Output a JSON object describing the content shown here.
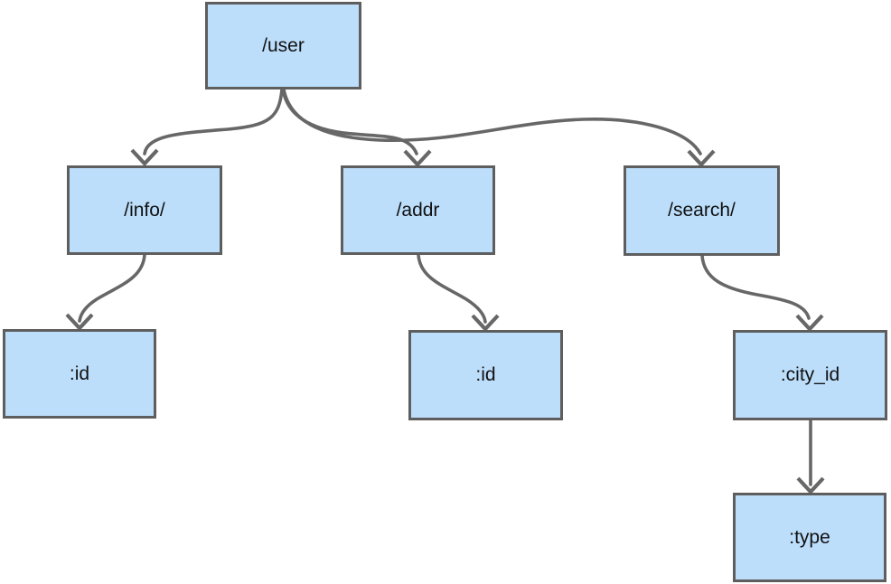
{
  "diagram": {
    "type": "route-tree",
    "colors": {
      "background": "#ffffff",
      "node_fill": "#bddefb",
      "node_border": "#5e5e5e",
      "edge": "#676767",
      "text": "#111111"
    },
    "nodes": [
      {
        "id": "user",
        "label": "/user"
      },
      {
        "id": "info",
        "label": "/info/"
      },
      {
        "id": "addr",
        "label": "/addr"
      },
      {
        "id": "search",
        "label": "/search/"
      },
      {
        "id": "info-id",
        "label": ":id"
      },
      {
        "id": "addr-id",
        "label": ":id"
      },
      {
        "id": "city-id",
        "label": ":city_id"
      },
      {
        "id": "type",
        "label": ":type"
      }
    ],
    "edges": [
      {
        "from": "/user",
        "to": "/info/"
      },
      {
        "from": "/user",
        "to": "/addr"
      },
      {
        "from": "/user",
        "to": "/search/"
      },
      {
        "from": "/info/",
        "to": ":id"
      },
      {
        "from": "/addr",
        "to": ":id"
      },
      {
        "from": "/search/",
        "to": ":city_id"
      },
      {
        "from": ":city_id",
        "to": ":type"
      }
    ]
  }
}
